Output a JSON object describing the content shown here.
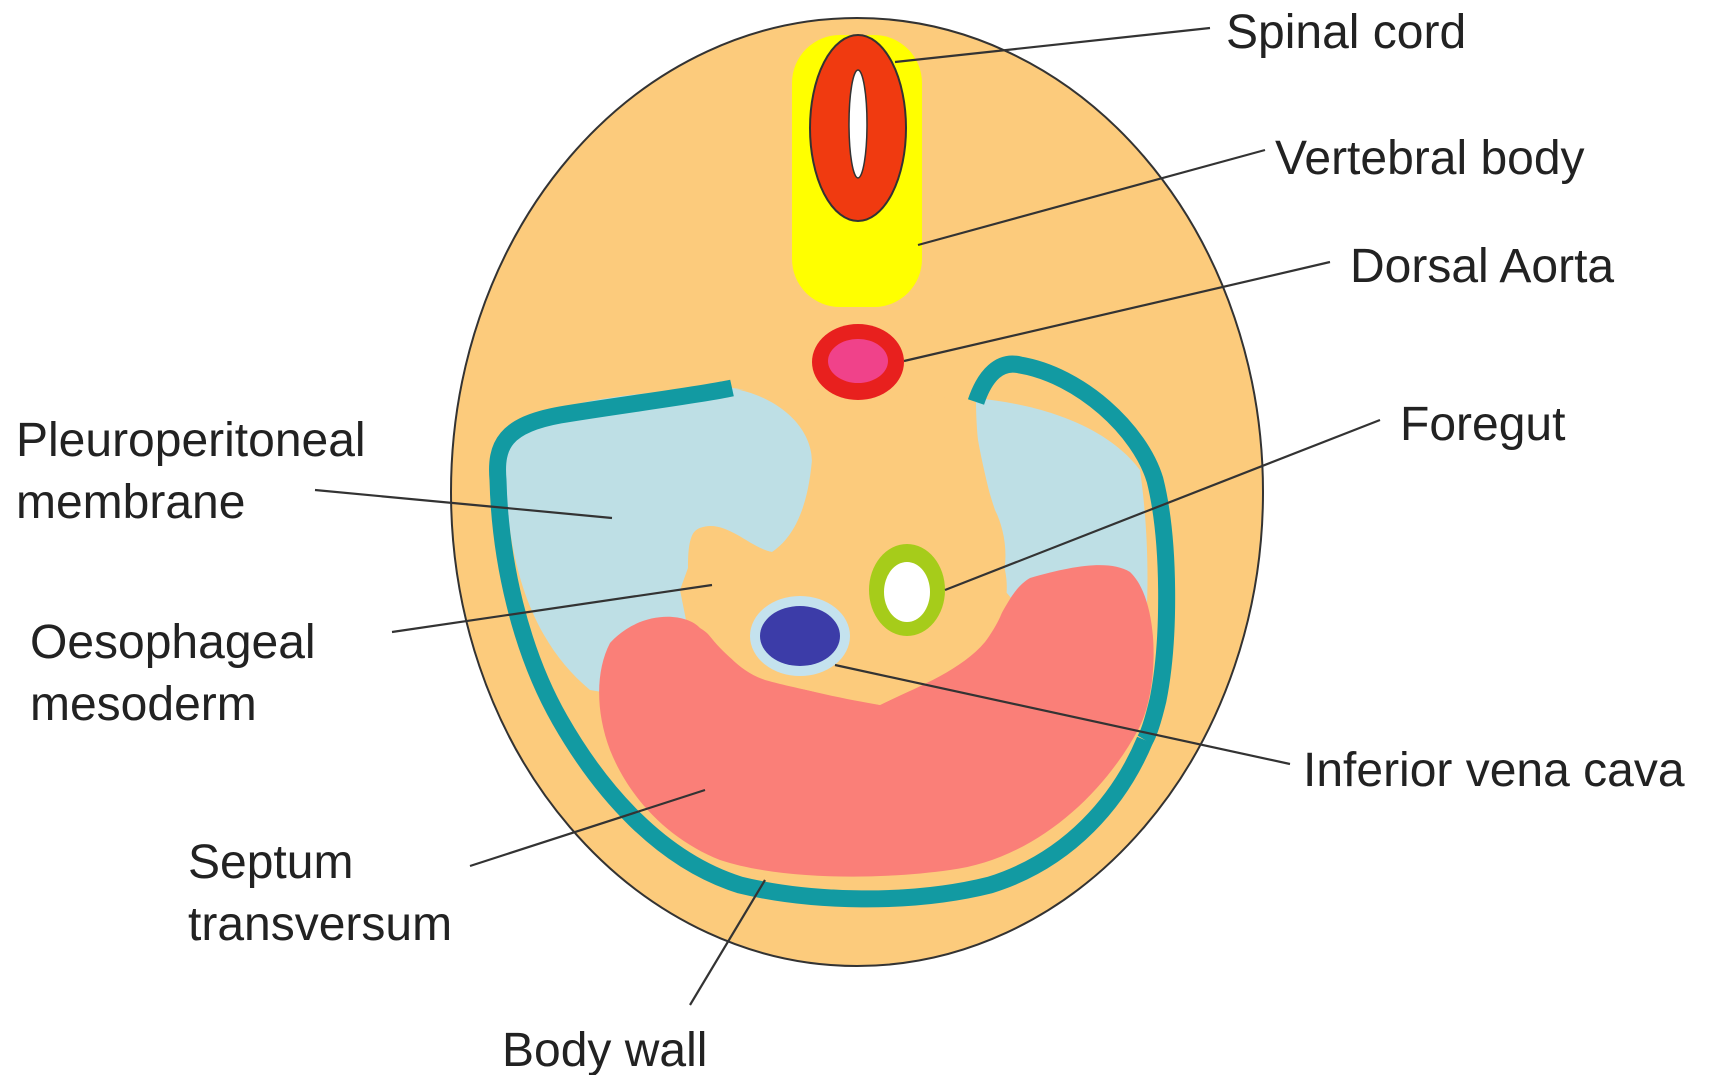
{
  "labels": {
    "spinal_cord": "Spinal cord",
    "vertebral_body": "Vertebral body",
    "dorsal_aorta": "Dorsal Aorta",
    "foregut": "Foregut",
    "inferior_vena_cava": "Inferior vena cava",
    "pleuroperitoneal_membrane": [
      "Pleuroperitoneal",
      "membrane"
    ],
    "oesophageal_mesoderm": [
      "Oesophageal",
      "mesoderm"
    ],
    "septum_transversum": [
      "Septum",
      "transversum"
    ],
    "body_wall": "Body wall"
  },
  "colors": {
    "body": "#FCCB7C",
    "outline": "#333333",
    "vertebral_body": "#FFFF00",
    "spinal_cord": "#F03A10",
    "dorsal_aorta_ring": "#E8201E",
    "dorsal_aorta_lumen": "#F0428A",
    "body_wall_band": "#129AA2",
    "pleural_cavity": "#BEDFE5",
    "septum_transversum": "#FA7F78",
    "ivc_ring": "#C4E2EE",
    "ivc_lumen": "#3C3CA8",
    "foregut_ring": "#A6CC1A",
    "foregut_lumen": "#ffffff",
    "leader_line": "#333333",
    "label_text": "#222222"
  }
}
